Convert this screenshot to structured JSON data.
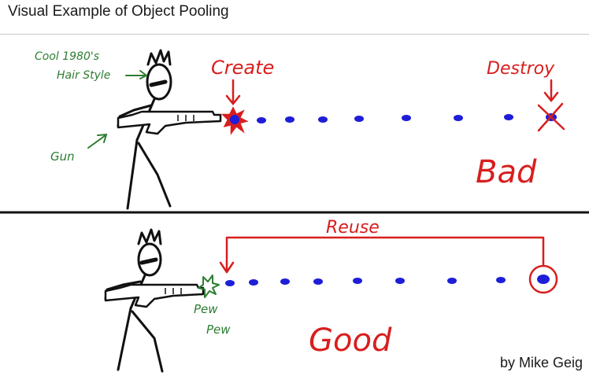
{
  "title": "Visual Example of Object Pooling",
  "top_panel": {
    "label_hair": "Cool 1980's Hair Style",
    "label_hair_line1": "Cool 1980's",
    "label_hair_line2": "Hair Style",
    "label_gun": "Gun",
    "label_create": "Create",
    "label_destroy": "Destroy",
    "verdict": "Bad"
  },
  "bottom_panel": {
    "label_reuse": "Reuse",
    "label_pew1": "Pew",
    "label_pew2": "Pew",
    "verdict": "Good"
  },
  "credit": "by Mike Geig",
  "colors": {
    "annotation_green": "#2e7d32",
    "annotation_red": "#d81e1e",
    "bullet_blue": "#1e1ed8",
    "ink": "#111111"
  }
}
